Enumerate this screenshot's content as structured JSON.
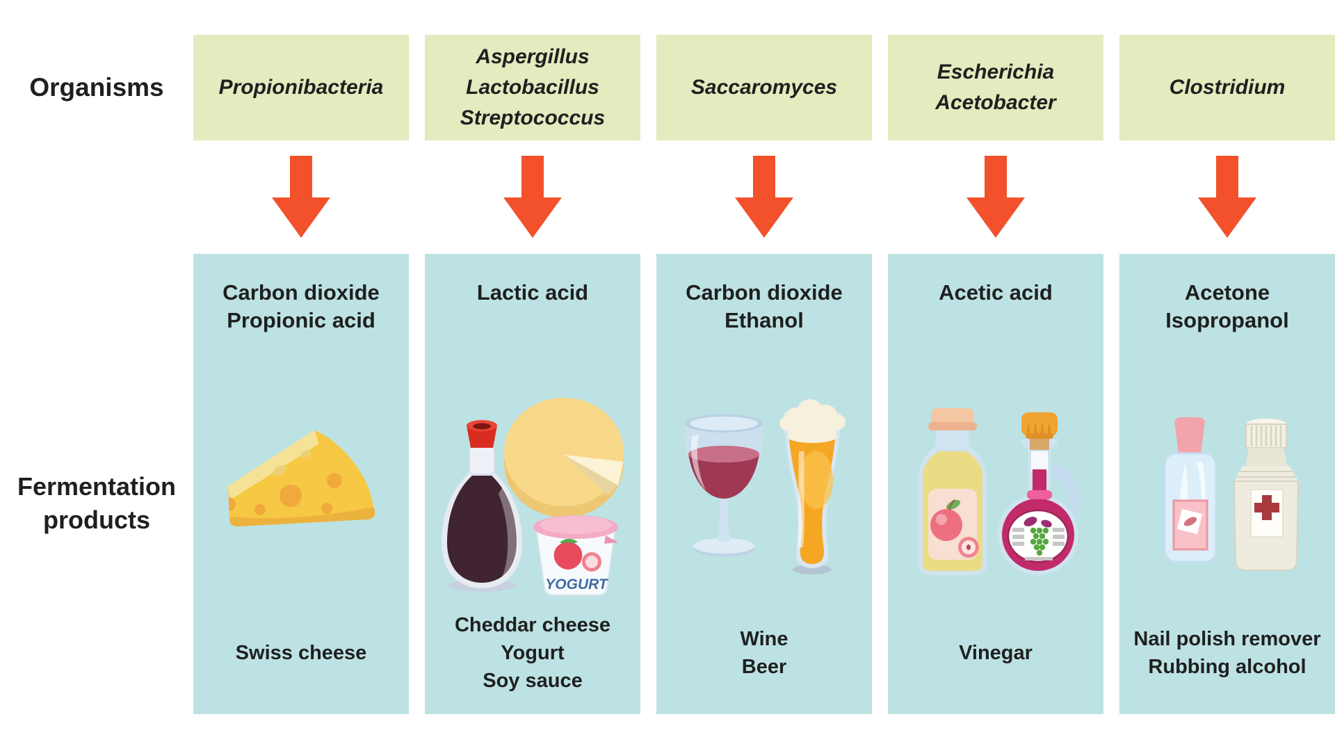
{
  "colors": {
    "page_bg": "#ffffff",
    "organism_box_bg": "#e3ebbf",
    "product_box_bg": "#bde2e3",
    "arrow": "#f2512c",
    "text": "#1f1f1f",
    "yogurt_text": "#3f6ba3"
  },
  "row_labels": {
    "organisms": "Organisms",
    "fermentation_line1": "Fermentation",
    "fermentation_line2": "products"
  },
  "columns": [
    {
      "organism_lines": [
        "Propionibacteria"
      ],
      "chemical_lines": [
        "Carbon dioxide",
        "Propionic acid"
      ],
      "product_lines": [
        "Swiss cheese"
      ],
      "icons": [
        "swiss-cheese-icon"
      ]
    },
    {
      "organism_lines": [
        "Aspergillus",
        "Lactobacillus",
        "Streptococcus"
      ],
      "chemical_lines": [
        "Lactic acid"
      ],
      "product_lines": [
        "Cheddar cheese",
        "Yogurt",
        "Soy sauce"
      ],
      "icons": [
        "soy-sauce-bottle-icon",
        "cheddar-wheel-icon",
        "yogurt-cup-icon"
      ],
      "yogurt_label_text": "YOGURT"
    },
    {
      "organism_lines": [
        "Saccaromyces"
      ],
      "chemical_lines": [
        "Carbon dioxide",
        "Ethanol"
      ],
      "product_lines": [
        "Wine",
        "Beer"
      ],
      "icons": [
        "wine-glass-icon",
        "beer-glass-icon"
      ]
    },
    {
      "organism_lines": [
        "Escherichia",
        "Acetobacter"
      ],
      "chemical_lines": [
        "Acetic acid"
      ],
      "product_lines": [
        "Vinegar"
      ],
      "icons": [
        "apple-cider-vinegar-bottle-icon",
        "wine-vinegar-bottle-icon"
      ]
    },
    {
      "organism_lines": [
        "Clostridium"
      ],
      "chemical_lines": [
        "Acetone",
        "Isopropanol"
      ],
      "product_lines": [
        "Nail polish remover",
        "Rubbing alcohol"
      ],
      "icons": [
        "nail-polish-remover-bottle-icon",
        "rubbing-alcohol-bottle-icon"
      ]
    }
  ]
}
